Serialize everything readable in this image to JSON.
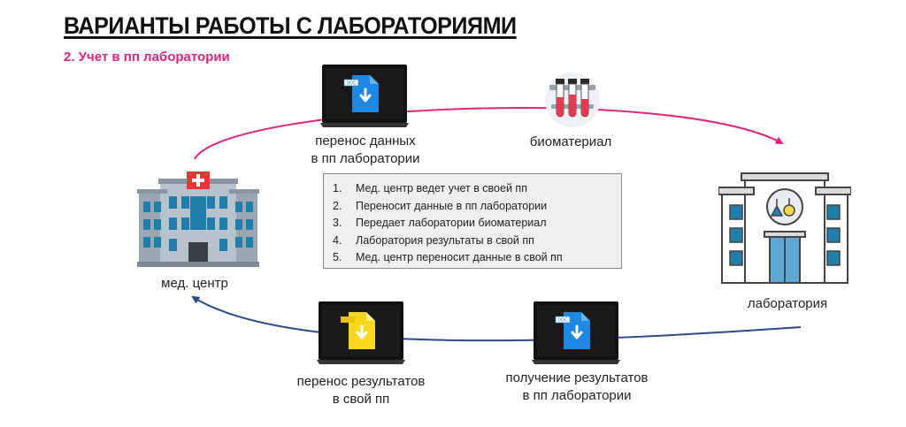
{
  "header": {
    "title": "ВАРИАНТЫ РАБОТЫ С ЛАБОРАТОРИЯМИ",
    "subtitle": "2. Учет в пп лаборатории"
  },
  "colors": {
    "subtitle": "#e0257e",
    "upper_arrow": "#e0257e",
    "lower_arrow": "#2c4a8a",
    "laptop_frame": "#111111",
    "doc_blue": "#1e88e5",
    "doc_yellow": "#f9d71c"
  },
  "nodes": {
    "med_center": {
      "label": "мед. центр",
      "icon": "hospital-icon"
    },
    "laboratory": {
      "label": "лаборатория",
      "icon": "laboratory-icon"
    },
    "biomaterial": {
      "label": "биоматериал",
      "icon": "test-tubes-icon"
    },
    "data_transfer": {
      "line1": "перенос данных",
      "line2": "в пп лаборатории",
      "icon": "blue-document-icon",
      "doc_tag": "DOC"
    },
    "results_transfer": {
      "line1": "перенос результатов",
      "line2": "в свой пп",
      "icon": "yellow-document-icon"
    },
    "results_receive": {
      "line1": "получение результатов",
      "line2": "в пп лаборатории",
      "icon": "blue-document-icon",
      "doc_tag": "DOC"
    }
  },
  "steps": [
    {
      "num": "1.",
      "text": "Мед. центр ведет учет в своей пп"
    },
    {
      "num": "2.",
      "text": "Переносит данные в пп лаборатории"
    },
    {
      "num": "3.",
      "text": "Передает лаборатории биоматериал"
    },
    {
      "num": "4.",
      "text": "Лаборатория результаты в свой пп"
    },
    {
      "num": "5.",
      "text": "Мед. центр переносит данные в свой пп"
    }
  ]
}
